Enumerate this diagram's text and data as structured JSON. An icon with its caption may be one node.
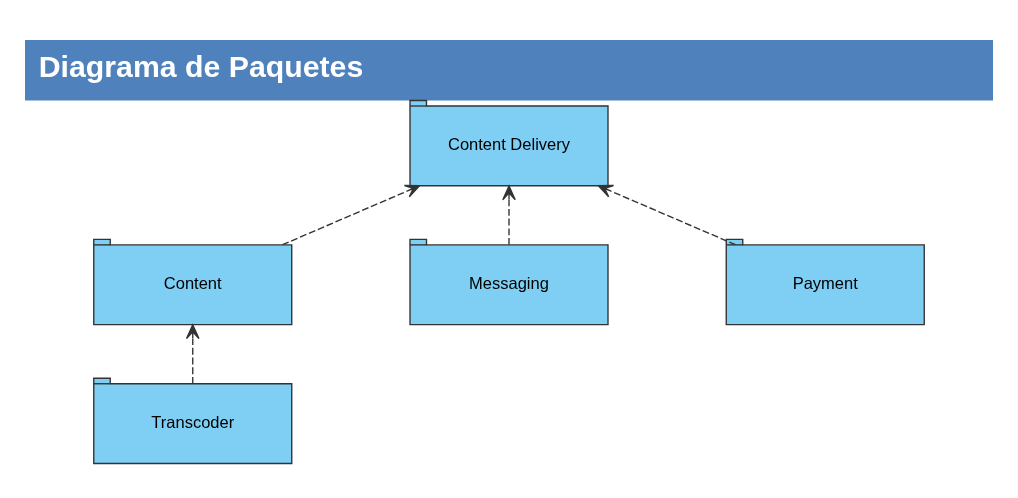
{
  "diagram": {
    "title": "Diagrama de Paquetes",
    "nodes": [
      {
        "text": [
          "Content Delivery"
        ]
      },
      {
        "text": [
          "Content"
        ]
      },
      {
        "text": [
          "Messaging"
        ]
      },
      {
        "text": [
          "Payment"
        ]
      },
      {
        "text": [
          "Transcoder"
        ]
      }
    ],
    "edges": [
      {
        "from": 1,
        "to": 0,
        "arrow": "to",
        "style": "dashed"
      },
      {
        "from": 2,
        "to": 0,
        "arrow": "to",
        "style": "dashed"
      },
      {
        "from": 3,
        "to": 0,
        "arrow": "to",
        "style": "dashed"
      },
      {
        "from": 4,
        "to": 1,
        "arrow": "to",
        "style": "dashed"
      }
    ]
  }
}
